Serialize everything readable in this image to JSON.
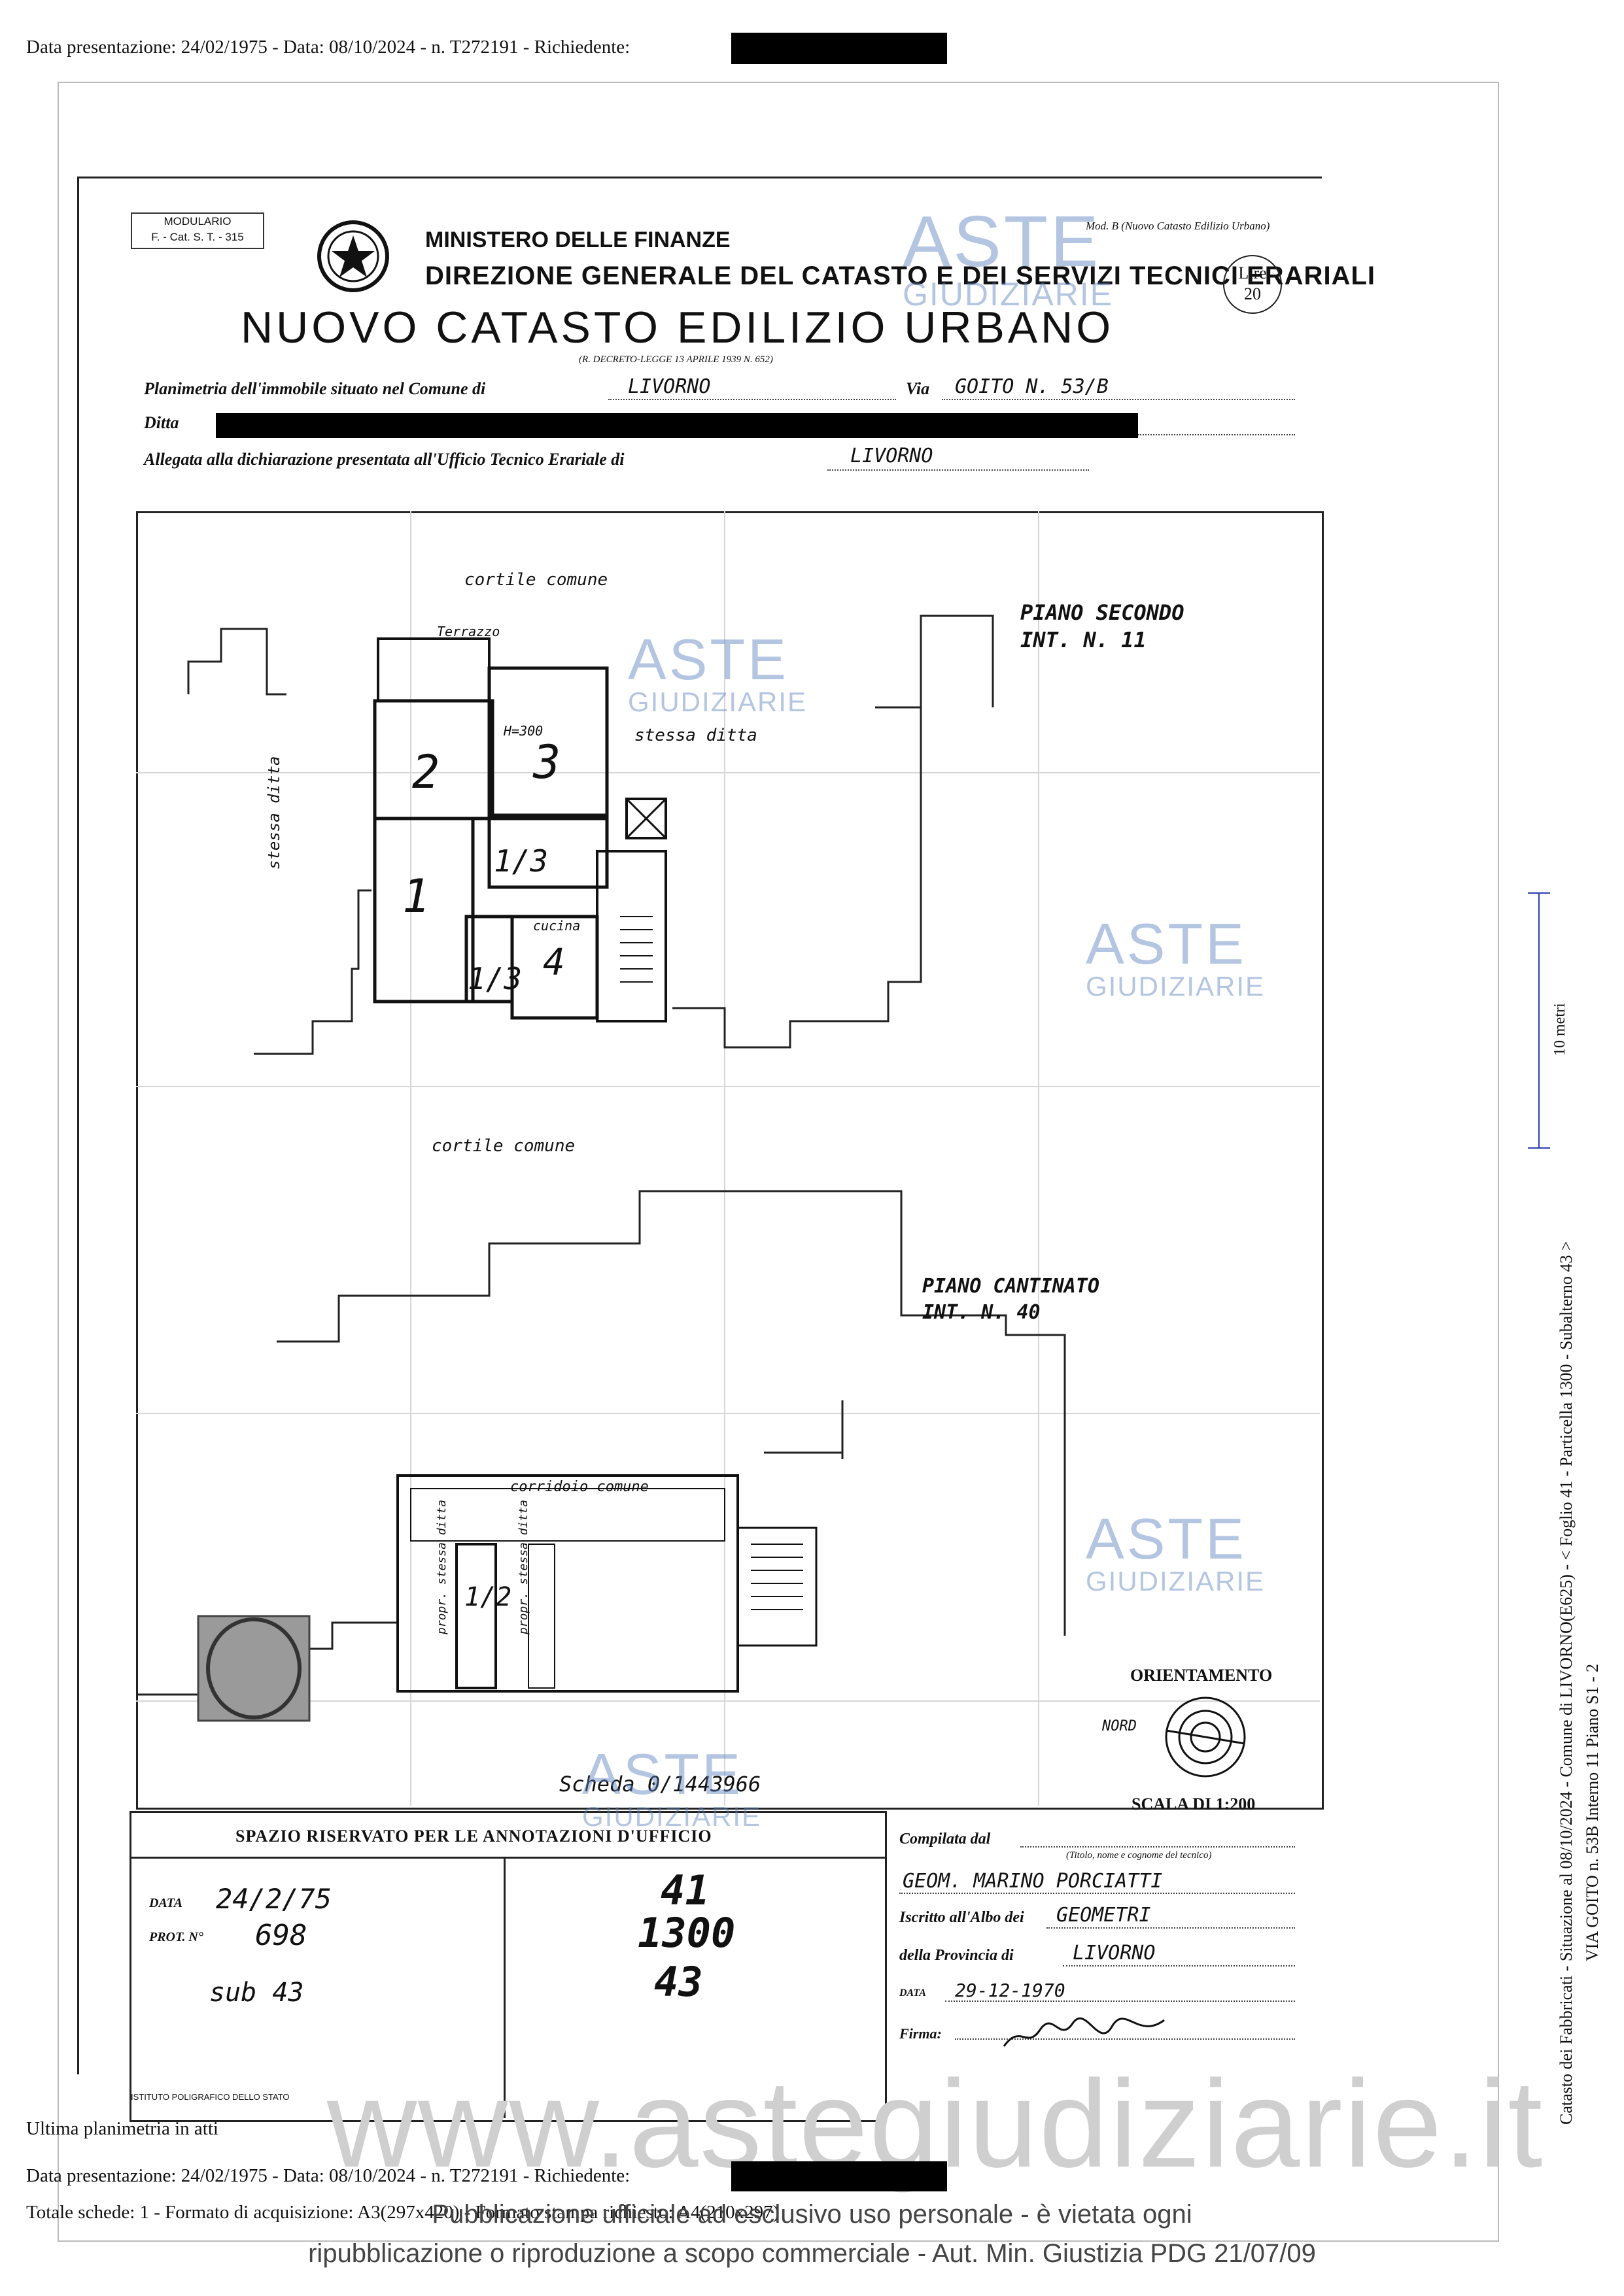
{
  "top_header": {
    "text": "Data presentazione: 24/02/1975 - Data: 08/10/2024 - n. T272191 - Richiedente:"
  },
  "form": {
    "modulario": "MODULARIO",
    "modulario_code": "F. - Cat. S. T. - 315",
    "mod_b": "Mod. B (Nuovo Catasto Edilizio Urbano)",
    "ministero": "MINISTERO DELLE FINANZE",
    "direzione": "DIREZIONE GENERALE DEL CATASTO E DEI SERVIZI TECNICI ERARIALI",
    "title": "NUOVO CATASTO EDILIZIO URBANO",
    "decreto": "(R. DECRETO-LEGGE 13 APRILE 1939 N. 652)",
    "lire_label": "Lire",
    "lire_value": "20",
    "planimetria_label": "Planimetria dell'immobile situato nel Comune di",
    "comune": "LIVORNO",
    "via_label": "Via",
    "via": "GOITO  N. 53/B",
    "ditta_label": "Ditta",
    "allegata_label": "Allegata alla dichiarazione presentata all'Ufficio Tecnico Erariale di",
    "ufficio": "LIVORNO"
  },
  "plan": {
    "cortile_top": "cortile  comune",
    "terrazzo": "Terrazzo",
    "piano_secondo": "PIANO SECONDO",
    "int_11": "INT. N. 11",
    "h300": "H=300",
    "stessa_ditta": "stessa ditta",
    "stessa_ditta_left": "stessa ditta",
    "room_2": "2",
    "room_3": "3",
    "room_1": "1",
    "room_1_3a": "1/3",
    "room_1_3b": "1/3",
    "room_4": "4",
    "cucina": "cucina",
    "cortile_mid": "cortile  comune",
    "piano_cantinato": "PIANO CANTINATO",
    "int_40": "INT. N. 40",
    "corridoio": "corridoio  comune",
    "propr_a": "propr. stessa ditta",
    "propr_b": "propr. stessa ditta",
    "cellar_room": "1/2",
    "orientamento": "ORIENTAMENTO",
    "nord": "NORD",
    "scala": "SCALA DI 1:200",
    "scheda": "Scheda 0/1443966"
  },
  "annotations": {
    "title": "SPAZIO RISERVATO PER LE ANNOTAZIONI D'UFFICIO",
    "data_label": "DATA",
    "data_value": "24/2/75",
    "prot_label": "PROT. N°",
    "prot_value": "698",
    "sub": "sub 43",
    "foglio": "41",
    "particella": "1300",
    "subalterno": "43",
    "istituto": "ISTITUTO POLIGRAFICO DELLO STATO"
  },
  "compilata": {
    "label": "Compilata dal",
    "sub_label": "(Titolo, nome e cognome del tecnico)",
    "tecnico": "GEOM. MARINO PORCIATTI",
    "albo_label": "Iscritto all'Albo dei",
    "albo": "GEOMETRI",
    "provincia_label": "della Provincia di",
    "provincia": "LIVORNO",
    "data_label": "DATA",
    "data": "29-12-1970",
    "firma_label": "Firma:"
  },
  "watermarks": {
    "aste": "ASTE",
    "giudiziarie": "GIUDIZIARIE",
    "site": "www.astegiudiziarie.it"
  },
  "side_text": {
    "line1": "Catasto dei Fabbricati - Situazione al 08/10/2024 - Comune di LIVORNO(E625) - < Foglio 41 - Particella  1300 - Subalterno 43 >",
    "line2": "VIA GOITO n. 53B  Interno 11 Piano S1 - 2",
    "scale": "10 metri"
  },
  "footer": {
    "ultima": "Ultima planimetria in atti",
    "data_line": "Data presentazione: 24/02/1975 - Data: 08/10/2024 - n. T272191 - Richiedente:",
    "totale": "Totale schede: 1 - Formato di acquisizione: A3(297x420) - Formato stampa richiesto: A4(210x297)",
    "disclaimer1": "Pubblicazione ufficiale ad esclusivo uso personale - è vietata ogni",
    "disclaimer2": "ripubblicazione o riproduzione a scopo commerciale - Aut. Min. Giustizia PDG 21/07/09"
  }
}
